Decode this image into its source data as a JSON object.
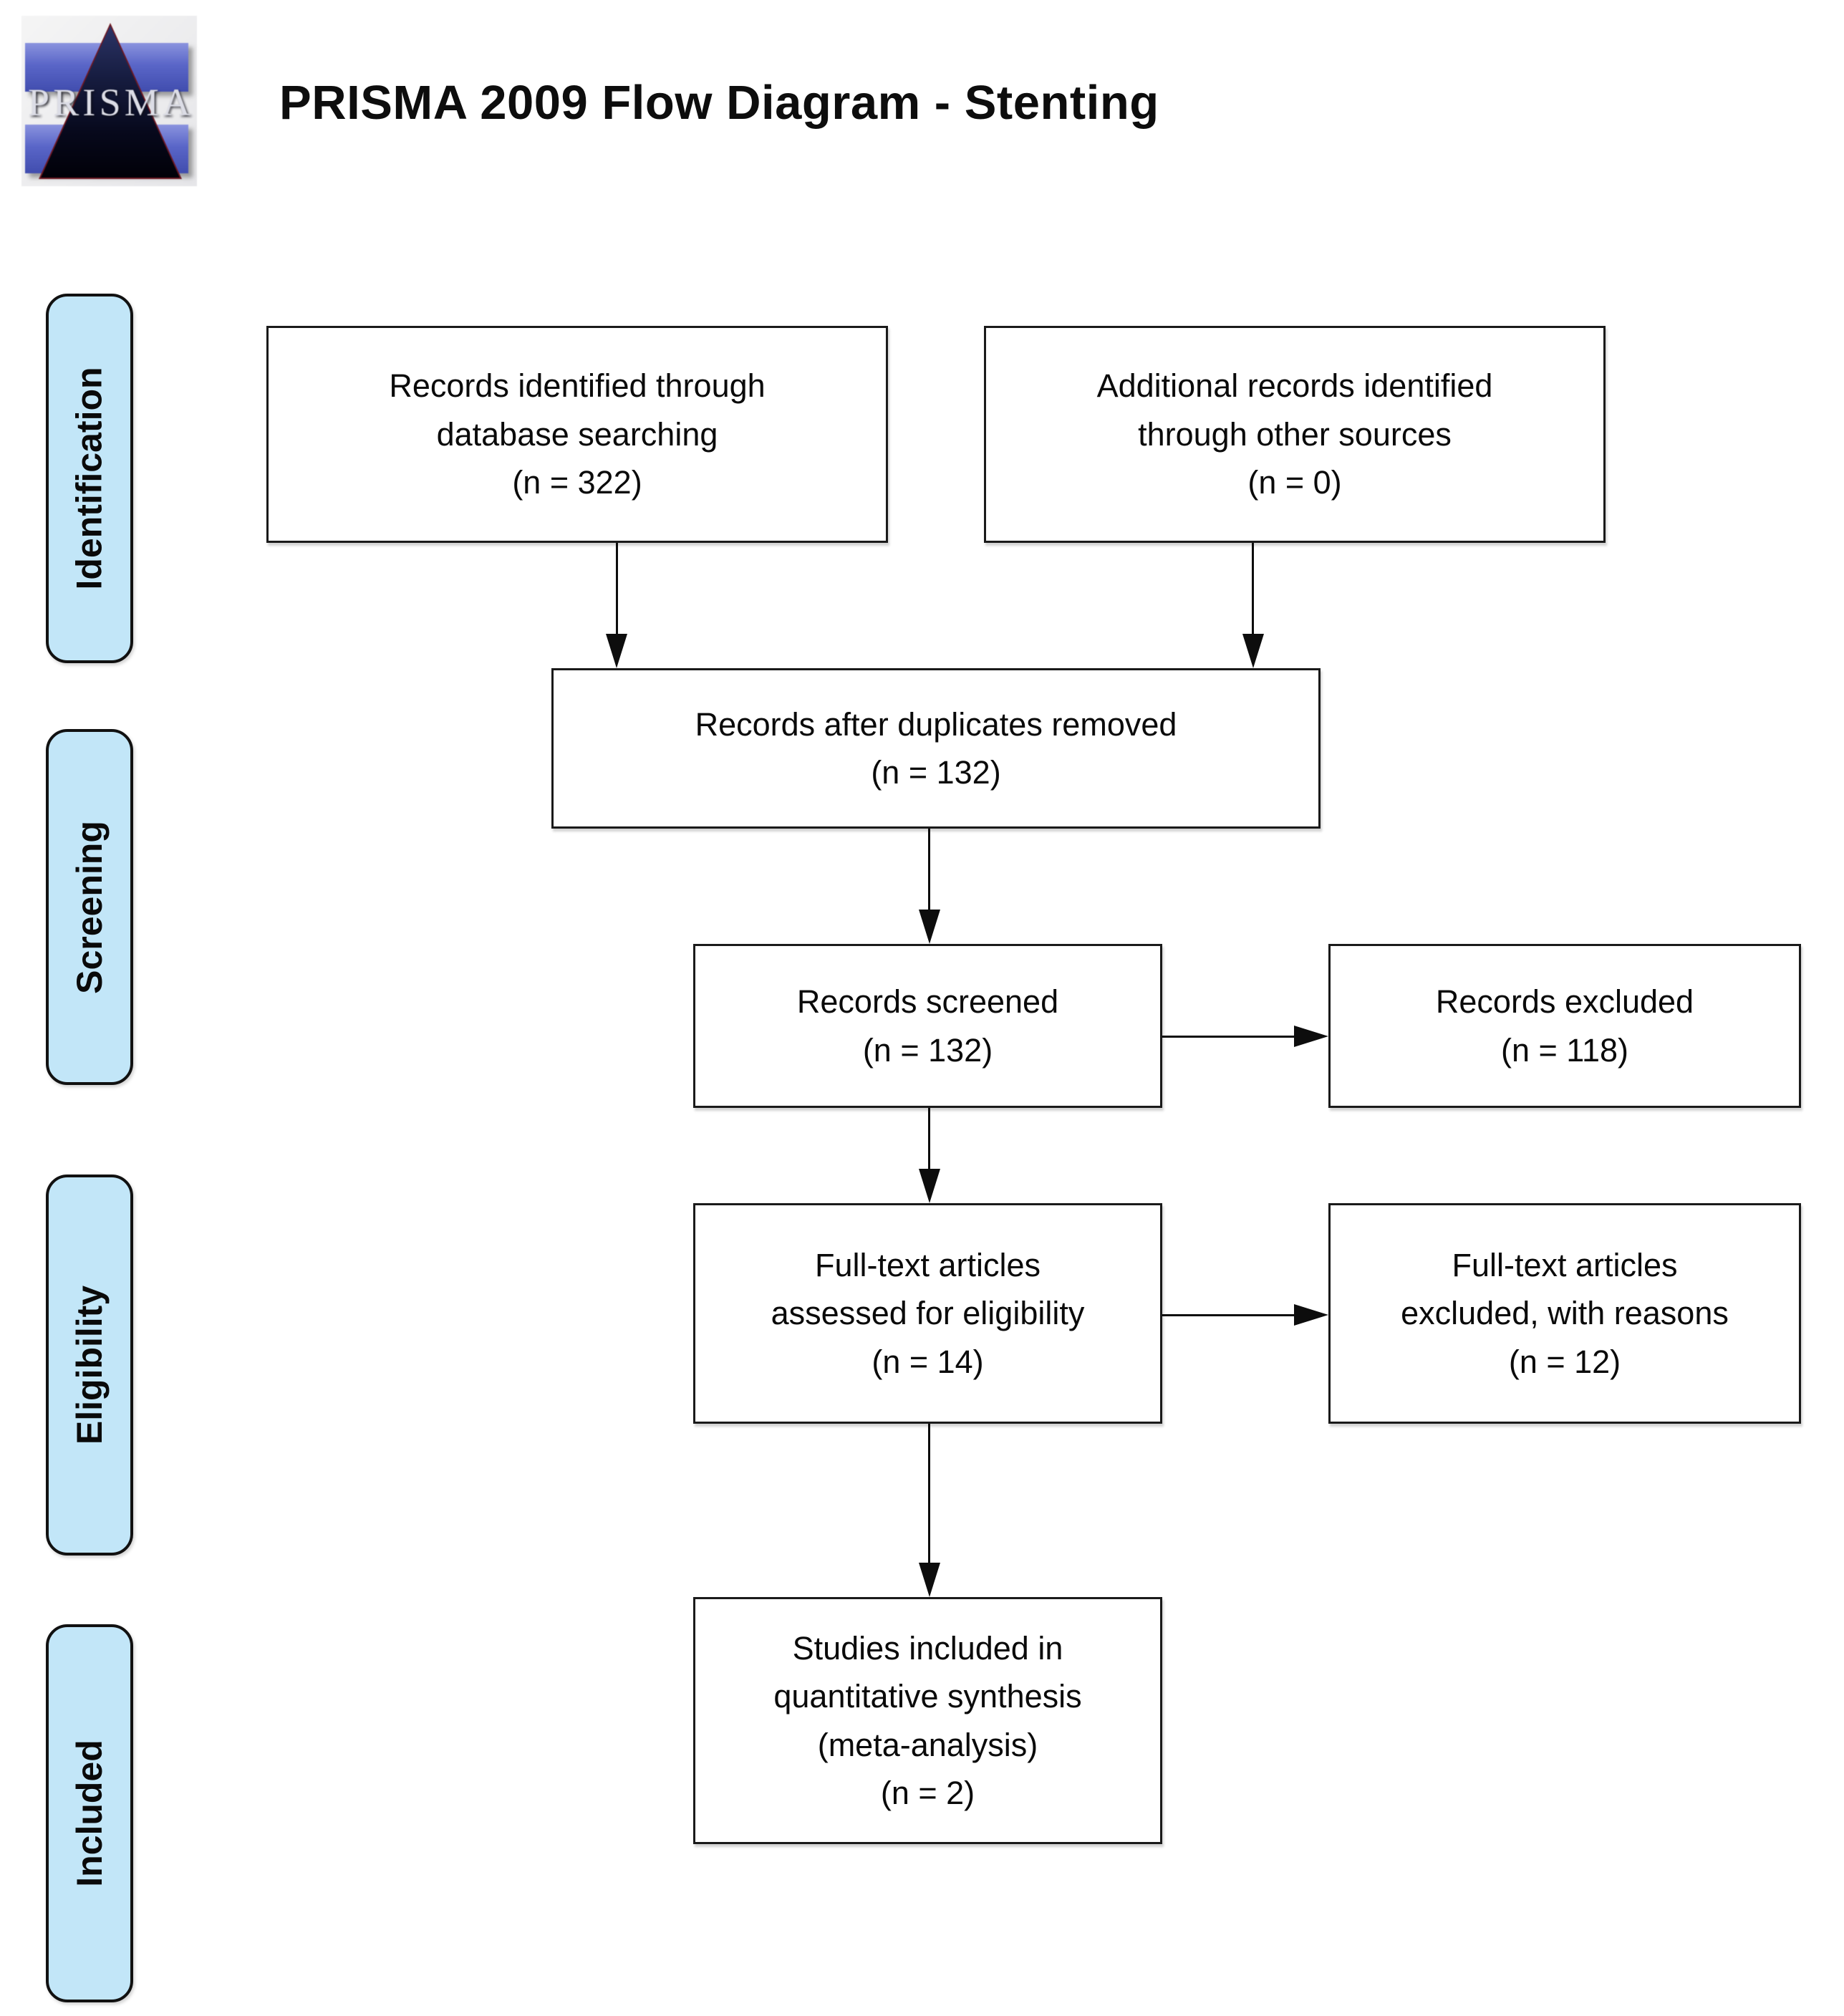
{
  "title": "PRISMA 2009 Flow Diagram - Stenting",
  "logo": {
    "name": "PRISMA",
    "letters": [
      "P",
      "R",
      "I",
      "S",
      "M",
      "A"
    ]
  },
  "stages": {
    "identification": "Identification",
    "screening": "Screening",
    "eligibility": "Eligibility",
    "included": "Included"
  },
  "flow": {
    "records_identified": {
      "lines": [
        "Records identified through",
        "database searching",
        "(n = 322)"
      ],
      "n": 322
    },
    "additional_records": {
      "lines": [
        "Additional records identified",
        "through other sources",
        "(n = 0)"
      ],
      "n": 0
    },
    "after_duplicates": {
      "lines": [
        "Records after duplicates removed",
        "(n = 132)"
      ],
      "n": 132
    },
    "records_screened": {
      "lines": [
        "Records screened",
        "(n = 132)"
      ],
      "n": 132
    },
    "records_excluded": {
      "lines": [
        "Records excluded",
        "(n = 118)"
      ],
      "n": 118
    },
    "fulltext_assessed": {
      "lines": [
        "Full-text articles",
        "assessed for eligibility",
        "(n = 14)"
      ],
      "n": 14
    },
    "fulltext_excluded": {
      "lines": [
        "Full-text articles",
        "excluded, with reasons",
        "(n = 12)"
      ],
      "n": 12
    },
    "studies_included": {
      "lines": [
        "Studies included in",
        "quantitative synthesis",
        "(meta-analysis)",
        "(n = 2)"
      ],
      "n": 2
    }
  },
  "colors": {
    "stage_fill": "#c2e6f8",
    "box_border": "#1a1a1a",
    "arrow": "#0d0d0d",
    "logo_bar_blue": "#5a66c8",
    "logo_triangle_navy": "#0b0e24",
    "logo_triangle_edge": "#6e1822",
    "background": "#ffffff"
  }
}
